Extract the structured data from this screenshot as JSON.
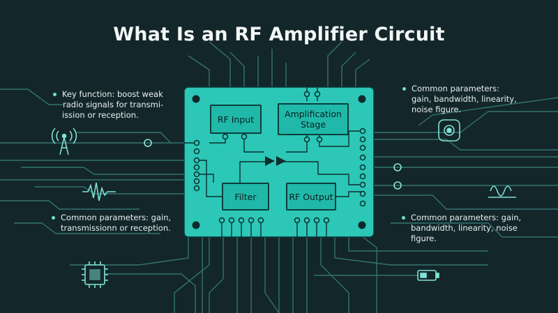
{
  "title": "What Is an RF Amplifier Circuit",
  "blocks": {
    "rf_input": "RF Input",
    "amplification_line1": "Amplification",
    "amplification_line2": "Stage",
    "filter": "Filter",
    "rf_output": "RF Output"
  },
  "notes": {
    "top_left": [
      "Key function: boost weak",
      "radio signals for transmi-",
      "ission or reception."
    ],
    "top_right": [
      "Common parameters:",
      "gain, bandwidth, linearity,",
      "noise figure."
    ],
    "bottom_left": [
      "Common parameters: gain,",
      "transmissionn or reception."
    ],
    "bottom_right": [
      "Common parameters: gain,",
      "bandwidth, linearity, noise",
      "figure."
    ]
  },
  "colors": {
    "background": "#13262a",
    "board": "#2cc7b6",
    "trace": "#4fa7a0",
    "accent": "#6fe0d2"
  },
  "icons": [
    "antenna-icon",
    "waveform-icon",
    "camera-icon",
    "sine-wave-icon",
    "chip-icon",
    "battery-icon"
  ]
}
